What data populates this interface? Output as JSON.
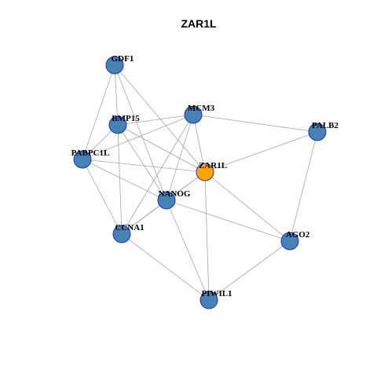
{
  "title": "ZAR1L",
  "colors": {
    "default": "#4682b4",
    "focus": "#ffa500",
    "edge": "#a6a6a6",
    "border": "#1f2fc4"
  },
  "nodes": [
    {
      "id": "GDF1",
      "label": "GDF1",
      "focus": false
    },
    {
      "id": "BMP15",
      "label": "BMP15",
      "focus": false
    },
    {
      "id": "MCM3",
      "label": "MCM3",
      "focus": false
    },
    {
      "id": "PALB2",
      "label": "PALB2",
      "focus": false
    },
    {
      "id": "PABPC1L",
      "label": "PABPC1L",
      "focus": false
    },
    {
      "id": "ZAR1L",
      "label": "ZAR1L",
      "focus": true
    },
    {
      "id": "NANOG",
      "label": "NANOG",
      "focus": false
    },
    {
      "id": "CCNA1",
      "label": "CCNA1",
      "focus": false
    },
    {
      "id": "AGO2",
      "label": "AGO2",
      "focus": false
    },
    {
      "id": "PIWIL1",
      "label": "PIWIL1",
      "focus": false
    }
  ],
  "edges": [
    [
      "GDF1",
      "BMP15"
    ],
    [
      "GDF1",
      "PABPC1L"
    ],
    [
      "GDF1",
      "ZAR1L"
    ],
    [
      "GDF1",
      "NANOG"
    ],
    [
      "BMP15",
      "MCM3"
    ],
    [
      "BMP15",
      "PABPC1L"
    ],
    [
      "BMP15",
      "ZAR1L"
    ],
    [
      "BMP15",
      "NANOG"
    ],
    [
      "BMP15",
      "CCNA1"
    ],
    [
      "MCM3",
      "PALB2"
    ],
    [
      "MCM3",
      "PABPC1L"
    ],
    [
      "MCM3",
      "ZAR1L"
    ],
    [
      "MCM3",
      "NANOG"
    ],
    [
      "MCM3",
      "CCNA1"
    ],
    [
      "PALB2",
      "ZAR1L"
    ],
    [
      "PALB2",
      "AGO2"
    ],
    [
      "PABPC1L",
      "ZAR1L"
    ],
    [
      "PABPC1L",
      "NANOG"
    ],
    [
      "PABPC1L",
      "CCNA1"
    ],
    [
      "ZAR1L",
      "NANOG"
    ],
    [
      "ZAR1L",
      "CCNA1"
    ],
    [
      "ZAR1L",
      "AGO2"
    ],
    [
      "ZAR1L",
      "PIWIL1"
    ],
    [
      "NANOG",
      "CCNA1"
    ],
    [
      "NANOG",
      "AGO2"
    ],
    [
      "NANOG",
      "PIWIL1"
    ],
    [
      "CCNA1",
      "PIWIL1"
    ],
    [
      "AGO2",
      "PIWIL1"
    ]
  ]
}
